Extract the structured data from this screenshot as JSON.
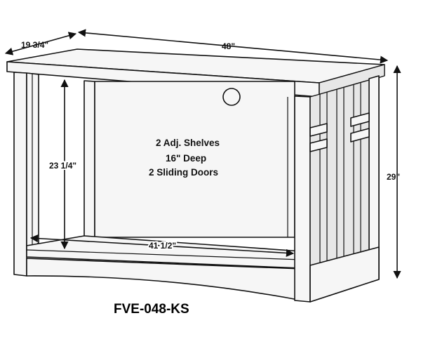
{
  "dimensions": {
    "depth": "19 3/4\"",
    "width": "48\"",
    "height": "29\"",
    "interior_height": "23 1/4\"",
    "interior_width": "41 1/2\""
  },
  "notes": [
    "2 Adj. Shelves",
    "16\" Deep",
    "2 Sliding Doors"
  ],
  "model": "FVE-048-KS"
}
